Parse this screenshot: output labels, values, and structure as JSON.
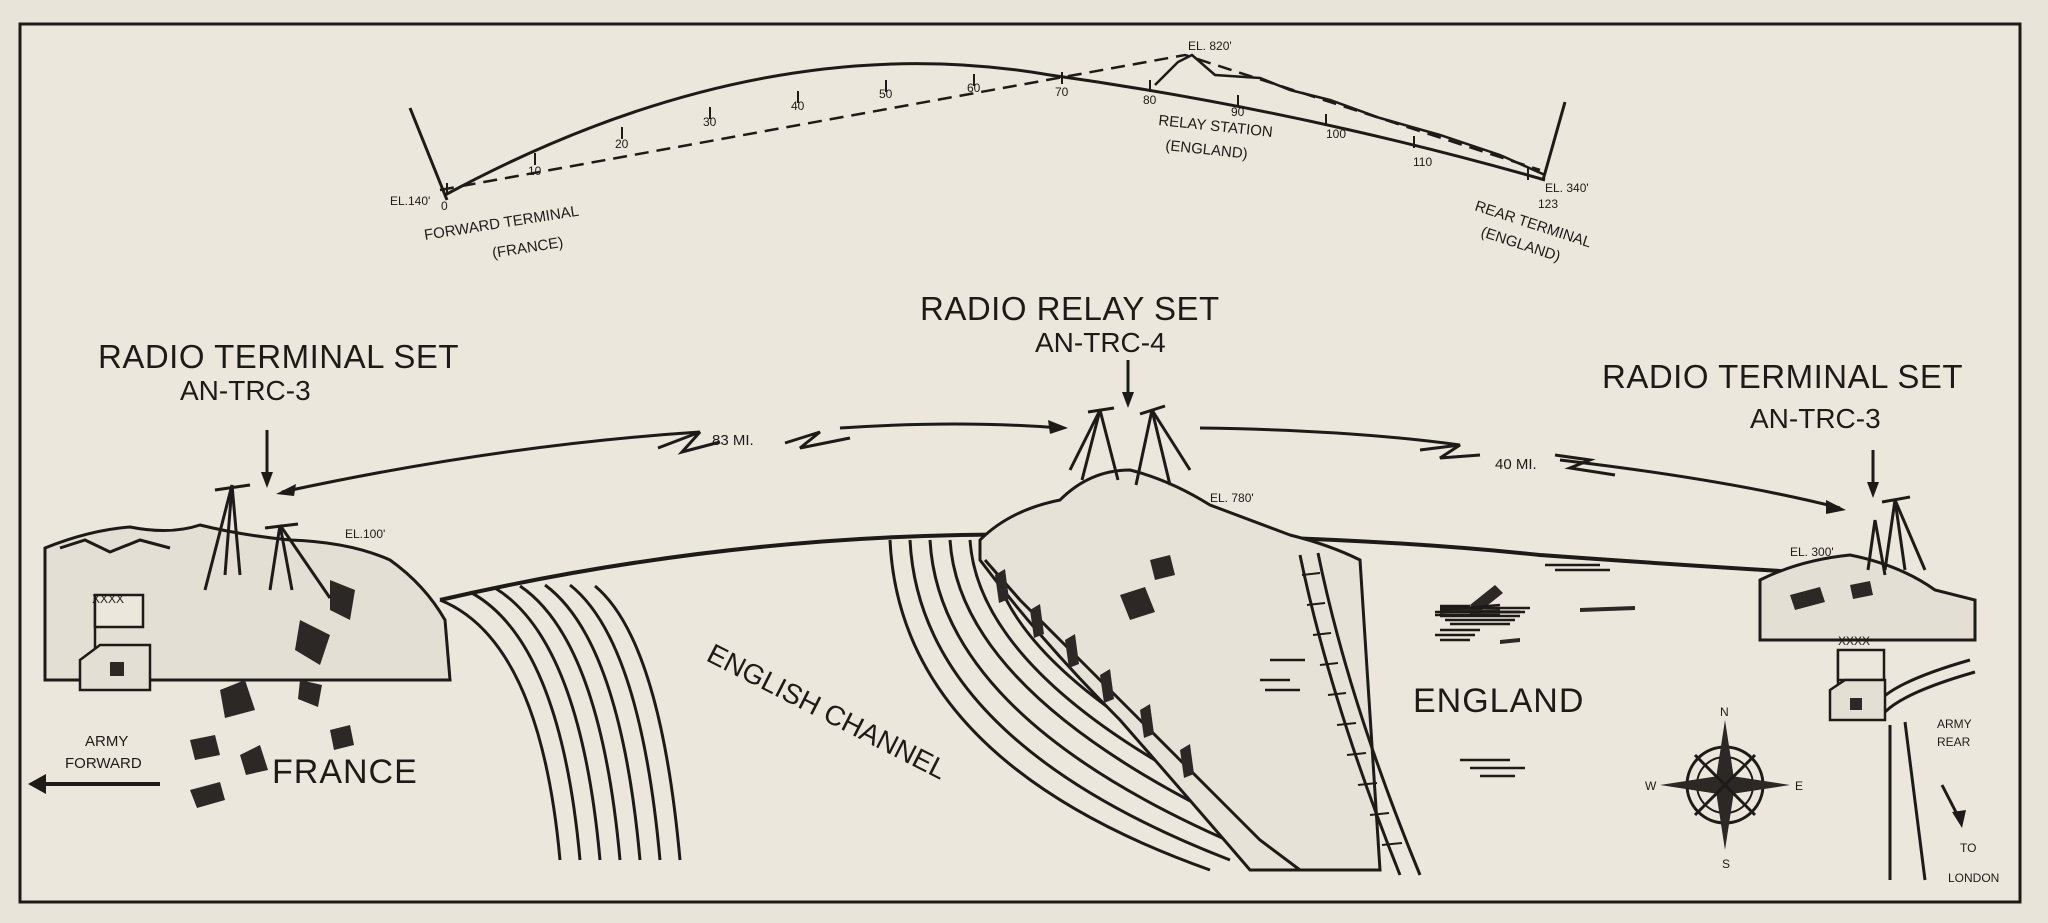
{
  "profile": {
    "el_relay": "EL. 820'",
    "el_forward": "EL.140'",
    "el_rear": "EL. 340'",
    "forward_terminal": "FORWARD TERMINAL",
    "forward_country": "(FRANCE)",
    "relay_station": "RELAY STATION",
    "relay_country": "(ENGLAND)",
    "rear_terminal": "REAR TERMINAL",
    "rear_country": "(ENGLAND)",
    "ticks": [
      "0",
      "10",
      "20",
      "30",
      "40",
      "50",
      "60",
      "70",
      "80",
      "90",
      "100",
      "110",
      "123"
    ]
  },
  "left_set": {
    "title": "RADIO TERMINAL SET",
    "model": "AN-TRC-3",
    "elevation": "EL.100'"
  },
  "relay_set": {
    "title": "RADIO RELAY SET",
    "model": "AN-TRC-4",
    "elevation": "EL. 780'"
  },
  "right_set": {
    "title": "RADIO TERMINAL SET",
    "model": "AN-TRC-3",
    "elevation": "EL. 300'"
  },
  "distances": {
    "left": "83 MI.",
    "right": "40 MI."
  },
  "places": {
    "france": "FRANCE",
    "channel": "ENGLISH CHANNEL",
    "england": "ENGLAND"
  },
  "army_forward": {
    "line1": "ARMY",
    "line2": "FORWARD",
    "flag": "XXXX"
  },
  "army_rear": {
    "line1": "ARMY",
    "line2": "REAR",
    "flag": "XXXX"
  },
  "to_london": {
    "line1": "TO",
    "line2": "LONDON"
  },
  "compass": {
    "s": "S",
    "e": "E",
    "w": "W",
    "n": "N"
  }
}
